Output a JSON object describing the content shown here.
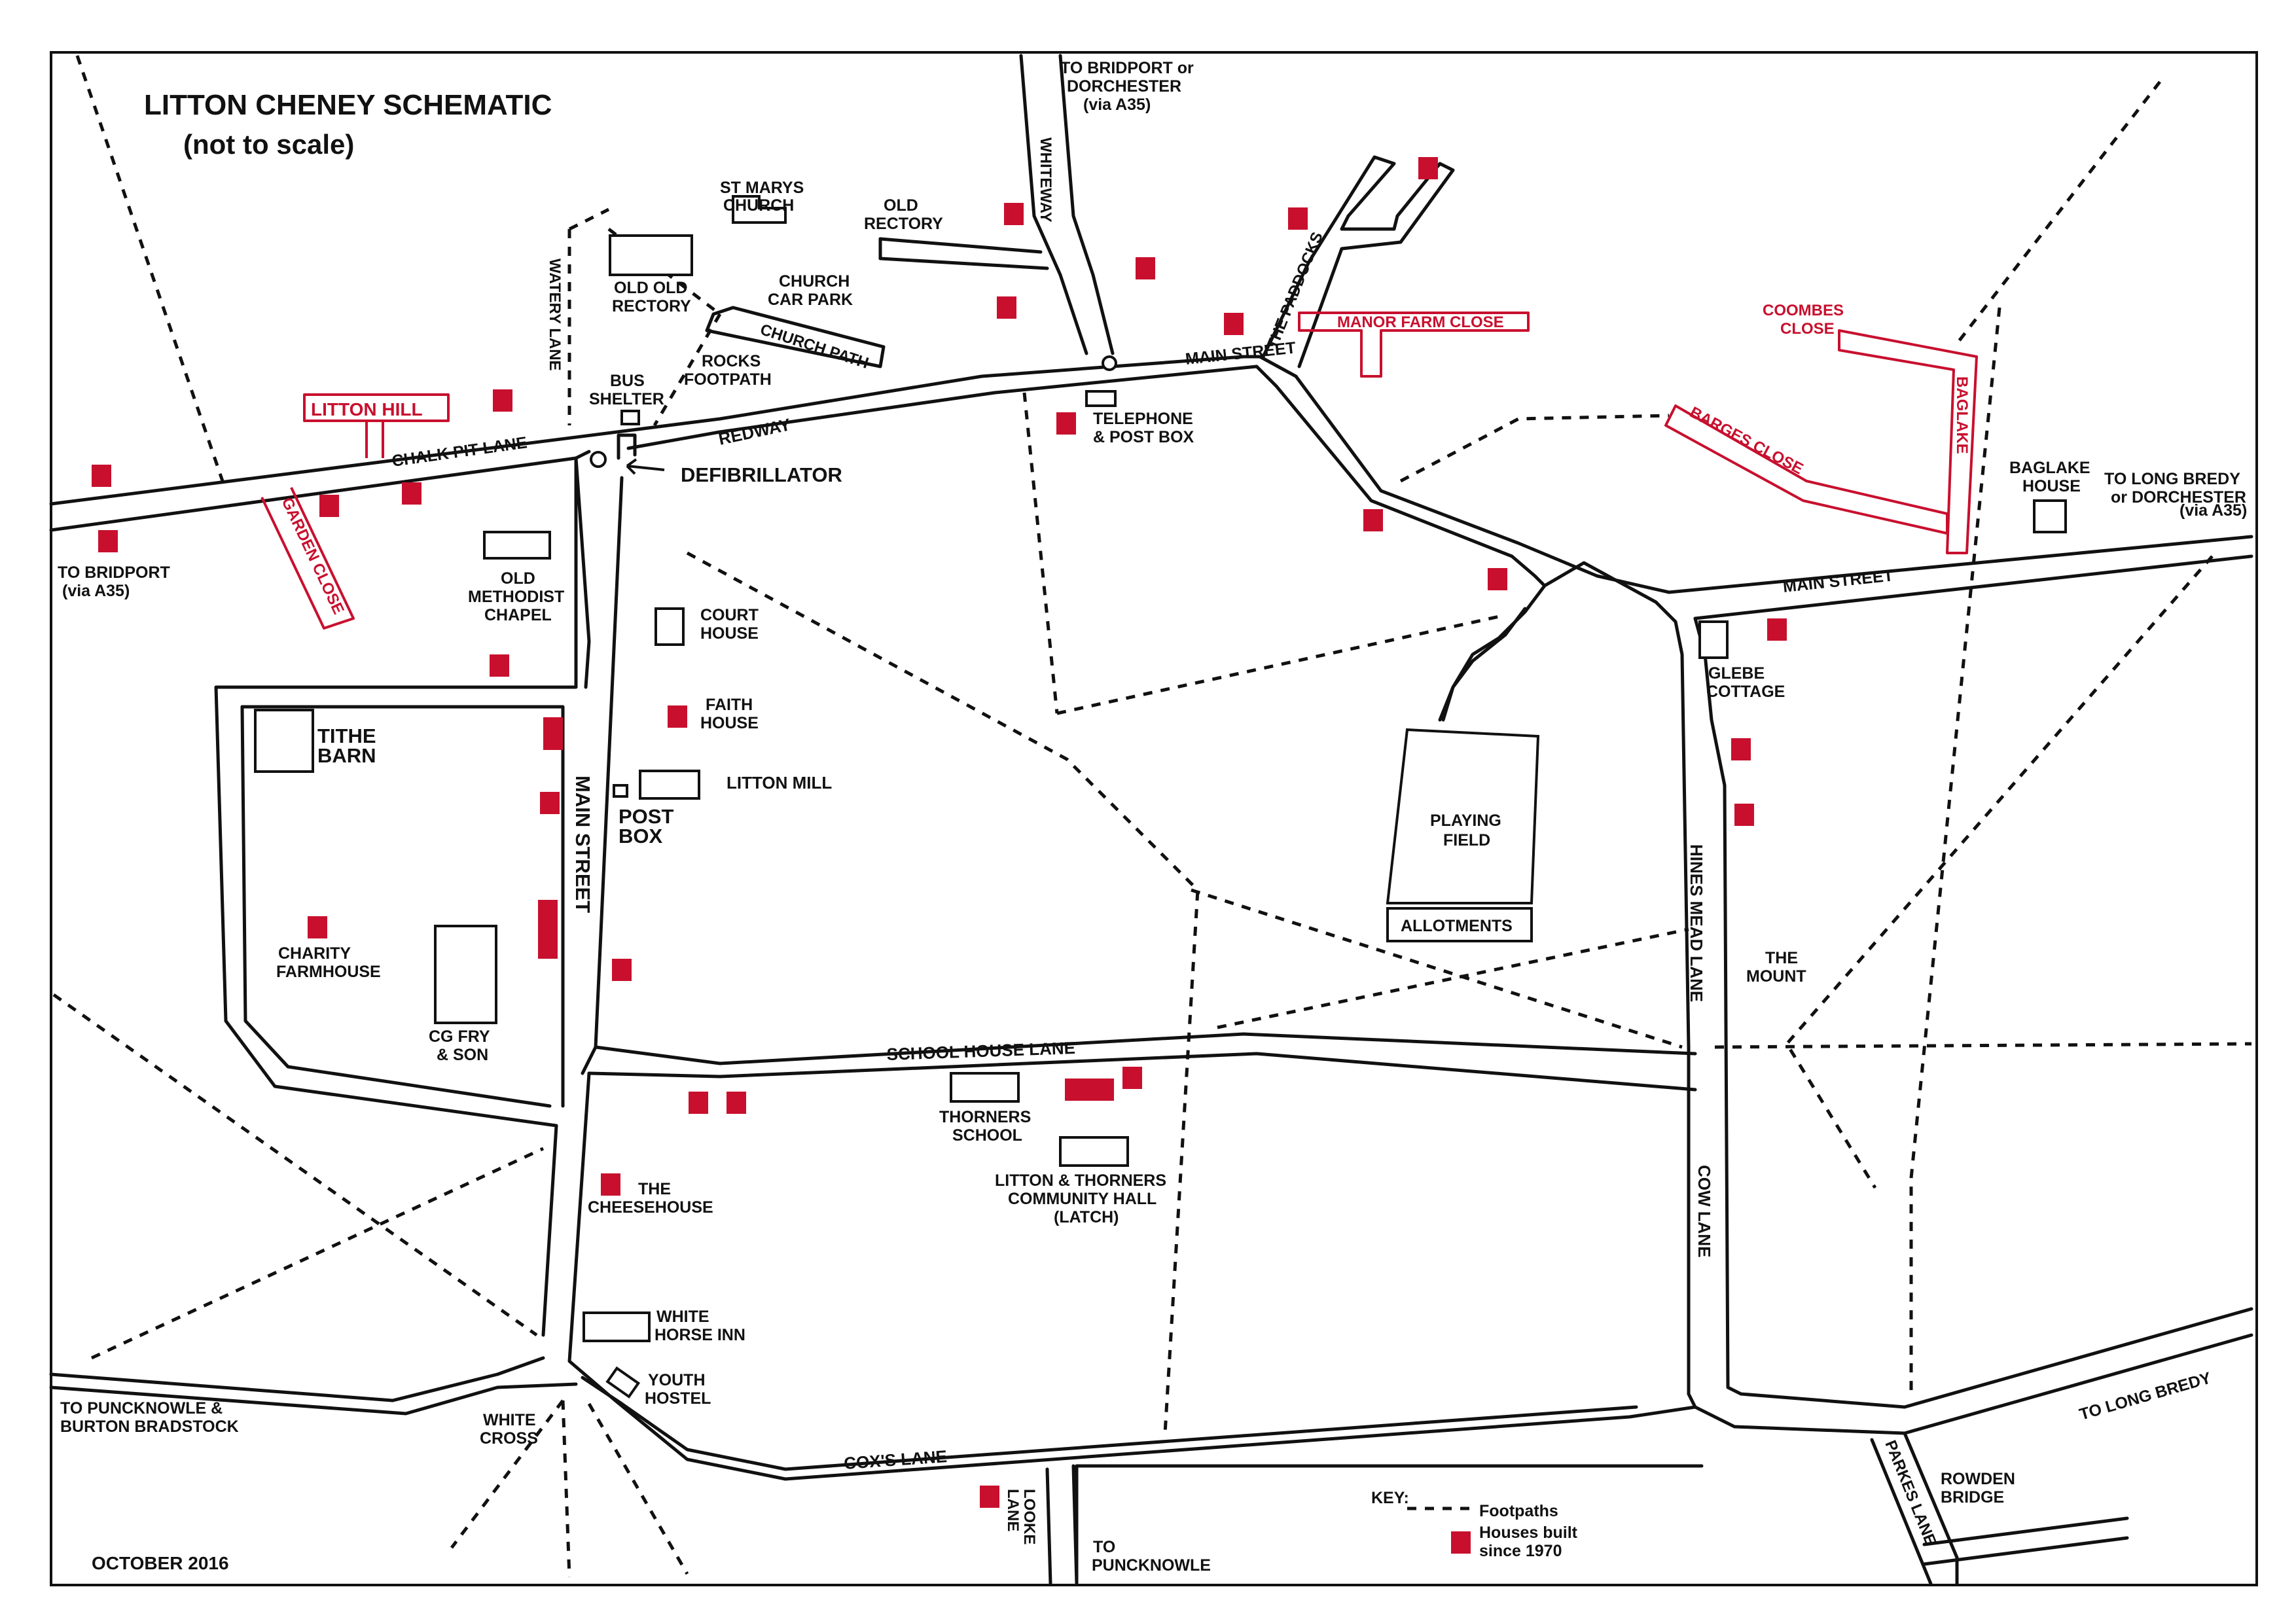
{
  "title": "LITTON CHENEY SCHEMATIC",
  "subtitle": "(not to scale)",
  "date": "OCTOBER 2016",
  "colors": {
    "house_marker": "#c8102e",
    "new_close_road": "#c8102e",
    "road": "#111111"
  },
  "roads": {
    "chalk_pit_lane": "CHALK PIT LANE",
    "redway": "REDWAY",
    "main_street_1": "MAIN STREET",
    "main_street_2": "MAIN STREET",
    "main_street_3": "MAIN STREET",
    "watery_lane": "WATERY LANE",
    "whiteway": "WHITEWAY",
    "the_paddocks": "THE PADDOCKS",
    "church_path": "CHURCH PATH",
    "school_house_lane": "SCHOOL HOUSE LANE",
    "hines_mead_lane": "HINES MEAD LANE",
    "cow_lane": "COW LANE",
    "coxs_lane": "COX'S LANE",
    "looke_lane": [
      "LOOKE",
      "LANE"
    ],
    "parkes_lane": "PARKES LANE"
  },
  "closes": {
    "litton_hill": "LITTON HILL",
    "garden_close": "GARDEN CLOSE",
    "manor_farm_close": "MANOR FARM CLOSE",
    "coombes_close": [
      "COOMBES",
      "CLOSE"
    ],
    "barges_close": "BARGES CLOSE",
    "baglake": "BAGLAKE"
  },
  "places": {
    "st_marys": [
      "ST MARYS",
      "CHURCH"
    ],
    "old_rectory": [
      "OLD",
      "RECTORY"
    ],
    "old_old_rectory": [
      "OLD OLD",
      "RECTORY"
    ],
    "church_car_park": [
      "CHURCH",
      "CAR PARK"
    ],
    "rocks_footpath": [
      "ROCKS",
      "FOOTPATH"
    ],
    "bus_shelter": [
      "BUS",
      "SHELTER"
    ],
    "telephone": [
      "TELEPHONE",
      "& POST BOX"
    ],
    "defibrillator": "DEFIBRILLATOR",
    "old_methodist": [
      "OLD",
      "METHODIST",
      "CHAPEL"
    ],
    "court_house": [
      "COURT",
      "HOUSE"
    ],
    "faith_house": [
      "FAITH",
      "HOUSE"
    ],
    "litton_mill": "LITTON MILL",
    "post_box": [
      "POST",
      "BOX"
    ],
    "tithe_barn": [
      "TITHE",
      "BARN"
    ],
    "charity_farmhouse": [
      "CHARITY",
      "FARMHOUSE"
    ],
    "cg_fry": [
      "CG FRY",
      "& SON"
    ],
    "playing_field": [
      "PLAYING",
      "FIELD"
    ],
    "allotments": "ALLOTMENTS",
    "glebe_cottage": [
      "GLEBE",
      "COTTAGE"
    ],
    "the_mount": [
      "THE",
      "MOUNT"
    ],
    "baglake_house": [
      "BAGLAKE",
      "HOUSE"
    ],
    "thorners_school": [
      "THORNERS",
      "SCHOOL"
    ],
    "community_hall": [
      "LITTON & THORNERS",
      "COMMUNITY HALL",
      "(LATCH)"
    ],
    "cheesehouse": [
      "THE",
      "CHEESEHOUSE"
    ],
    "white_horse": [
      "WHITE",
      "HORSE INN"
    ],
    "youth_hostel": [
      "YOUTH",
      "HOSTEL"
    ],
    "white_cross": [
      "WHITE",
      "CROSS"
    ],
    "rowden_bridge": [
      "ROWDEN",
      "BRIDGE"
    ]
  },
  "destinations": {
    "to_bridport_top": [
      "TO BRIDPORT or",
      "DORCHESTER",
      "(via A35)"
    ],
    "to_bridport_left": [
      "TO BRIDPORT",
      "(via A35)"
    ],
    "to_long_bredy_dorchester": [
      "TO LONG BREDY",
      "or DORCHESTER",
      "(via A35)"
    ],
    "to_puncknowle_burton": [
      "TO PUNCKNOWLE &",
      "BURTON BRADSTOCK"
    ],
    "to_puncknowle": [
      "TO",
      "PUNCKNOWLE"
    ],
    "to_long_bredy": "TO LONG BREDY"
  },
  "key": {
    "title": "KEY:",
    "footpaths": "Footpaths",
    "houses": [
      "Houses built",
      "since 1970"
    ]
  }
}
